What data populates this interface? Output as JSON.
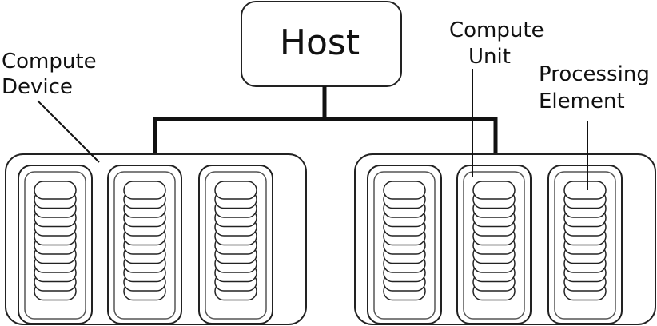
{
  "host": {
    "label": "Host"
  },
  "labels": {
    "compute_device_line1": "Compute",
    "compute_device_line2": "Device",
    "compute_unit_line1": "Compute",
    "compute_unit_line2": "Unit",
    "processing_element_line1": "Processing",
    "processing_element_line2": "Element"
  },
  "structure": {
    "compute_devices": 2,
    "compute_units_per_device": 3,
    "processing_elements_per_unit": 12
  },
  "colors": {
    "stroke": "#222222",
    "bus": "#111111",
    "fill": "#ffffff"
  }
}
